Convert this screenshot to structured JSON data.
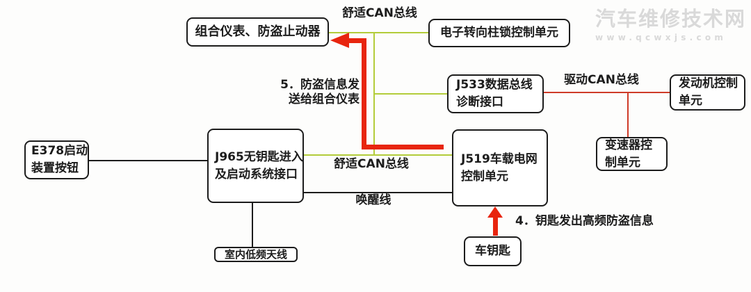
{
  "colors": {
    "bg": "#fdfdfc",
    "text": "#1c1c1c",
    "box_border": "#1c1c1c",
    "black_line": "#1c1c1c",
    "comfort_can_line": "#b3cc3a",
    "drive_can_line": "#cf3b28",
    "signal_arrow": "#e8250e",
    "watermark": "#d9d9d9"
  },
  "nodes": {
    "cluster": {
      "label": "组合仪表、防盗止动器"
    },
    "steering_lock": {
      "label": "电子转向柱锁控制单元"
    },
    "j533": {
      "lines": [
        "J533数据总线",
        "诊断接口"
      ]
    },
    "engine": {
      "lines": [
        "发动机控制",
        "单元"
      ]
    },
    "transmission": {
      "lines": [
        "变速器控",
        "制单元"
      ]
    },
    "e378": {
      "lines": [
        "E378启动",
        "装置按钮"
      ]
    },
    "j965": {
      "lines": [
        "J965无钥匙进入",
        "及启动系统接口"
      ]
    },
    "j519": {
      "lines": [
        "J519车载电网",
        "控制单元"
      ]
    },
    "antenna": {
      "label": "室内低频天线"
    },
    "car_key": {
      "label": "车钥匙"
    }
  },
  "bus_labels": {
    "comfort_can_top": "舒适CAN总线",
    "comfort_can_bottom": "舒适CAN总线",
    "drive_can": "驱动CAN总线",
    "wake_line": "唤醒线"
  },
  "annotations": {
    "step5": {
      "lines": [
        "5．防盗信息发",
        "送给组合仪表"
      ]
    },
    "step4": "4．钥匙发出高频防盗信息"
  },
  "watermark": {
    "title": "汽车维修技术网",
    "url": "www.qcwxjs.com"
  }
}
